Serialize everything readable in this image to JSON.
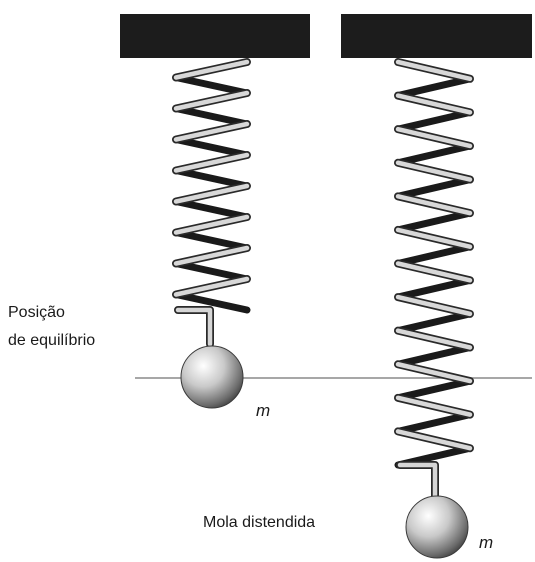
{
  "labels": {
    "equilibrium_line1": "Posição",
    "equilibrium_line2": "de equilíbrio",
    "stretched_spring": "Mola distendida",
    "mass_left": "m",
    "mass_right": "m"
  },
  "springs": {
    "left_coils": 8,
    "right_coils": 12
  },
  "colors": {
    "ceiling": "#1c1c1c",
    "coil_front": "#d8d8d8",
    "coil_back": "#1a1a1a",
    "equilibrium_line": "#8a8a8a"
  }
}
